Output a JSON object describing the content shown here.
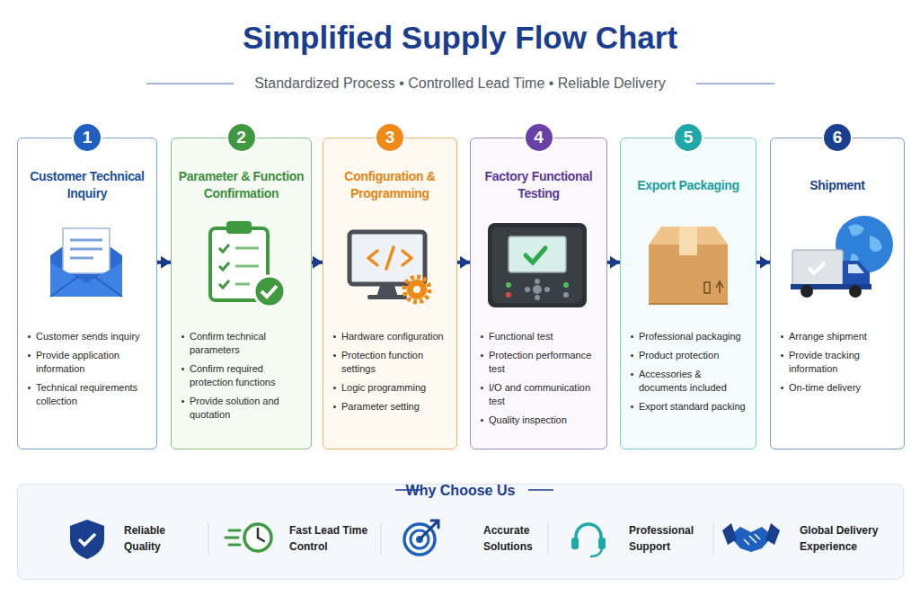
{
  "diagram": {
    "title": "Simplified Supply Flow Chart",
    "nodes": [
      {
        "text": [
          "Customer Technical Inquiry",
          "Customer sends inquiry",
          "Provide application information",
          "Technical requirements collection"
        ]
      },
      {
        "text": [
          "1"
        ],
        "in": 0
      },
      {
        "text": [
          "Parameter & Function Confirmation",
          "Confirm technical parameters",
          "Confirm required protection functions",
          "Provide solution and quotation"
        ]
      },
      {
        "text": [
          "2"
        ],
        "in": 2
      },
      {
        "text": [
          "Configuration & Programming",
          "Hardware configuration",
          "Protection function settings",
          "Logic programming",
          "Parameter setting"
        ]
      },
      {
        "text": [
          "3"
        ],
        "in": 4
      },
      {
        "text": [
          "Factory Functional Testing",
          "Functional test",
          "Protection performance test",
          "I/O and communication test",
          "Quality inspection"
        ]
      },
      {
        "text": [
          "4"
        ],
        "in": 6
      },
      {
        "text": [
          "Export Packaging",
          "Professional packaging",
          "Product protection",
          "Accessories & documents included",
          "Export standard packing"
        ]
      },
      {
        "text": [
          "5"
        ],
        "in": 8
      },
      {
        "text": [
          "Shipment",
          "Arrange shipment",
          "Provide tracking information",
          "On-time delivery"
        ]
      },
      {
        "text": [
          "6"
        ],
        "in": 10
      },
      {
        "text": [
          "Why Choose Us",
          "Reliable Quality",
          "Fast Lead Time Control",
          "Accurate Solutions",
          "Professional Support",
          "Global Delivery Experience"
        ]
      }
    ],
    "edges": [
      {
        "from": 0,
        "to": 2,
        "arrow": "to"
      },
      {
        "from": 2,
        "to": 4,
        "arrow": "to"
      },
      {
        "from": 4,
        "to": 6,
        "arrow": "to"
      },
      {
        "from": 6,
        "to": 8,
        "arrow": "to"
      },
      {
        "from": 8,
        "to": 10,
        "arrow": "to"
      }
    ],
    "labels": [
      "Standardized Process • Controlled Lead Time • Reliable Delivery"
    ]
  }
}
